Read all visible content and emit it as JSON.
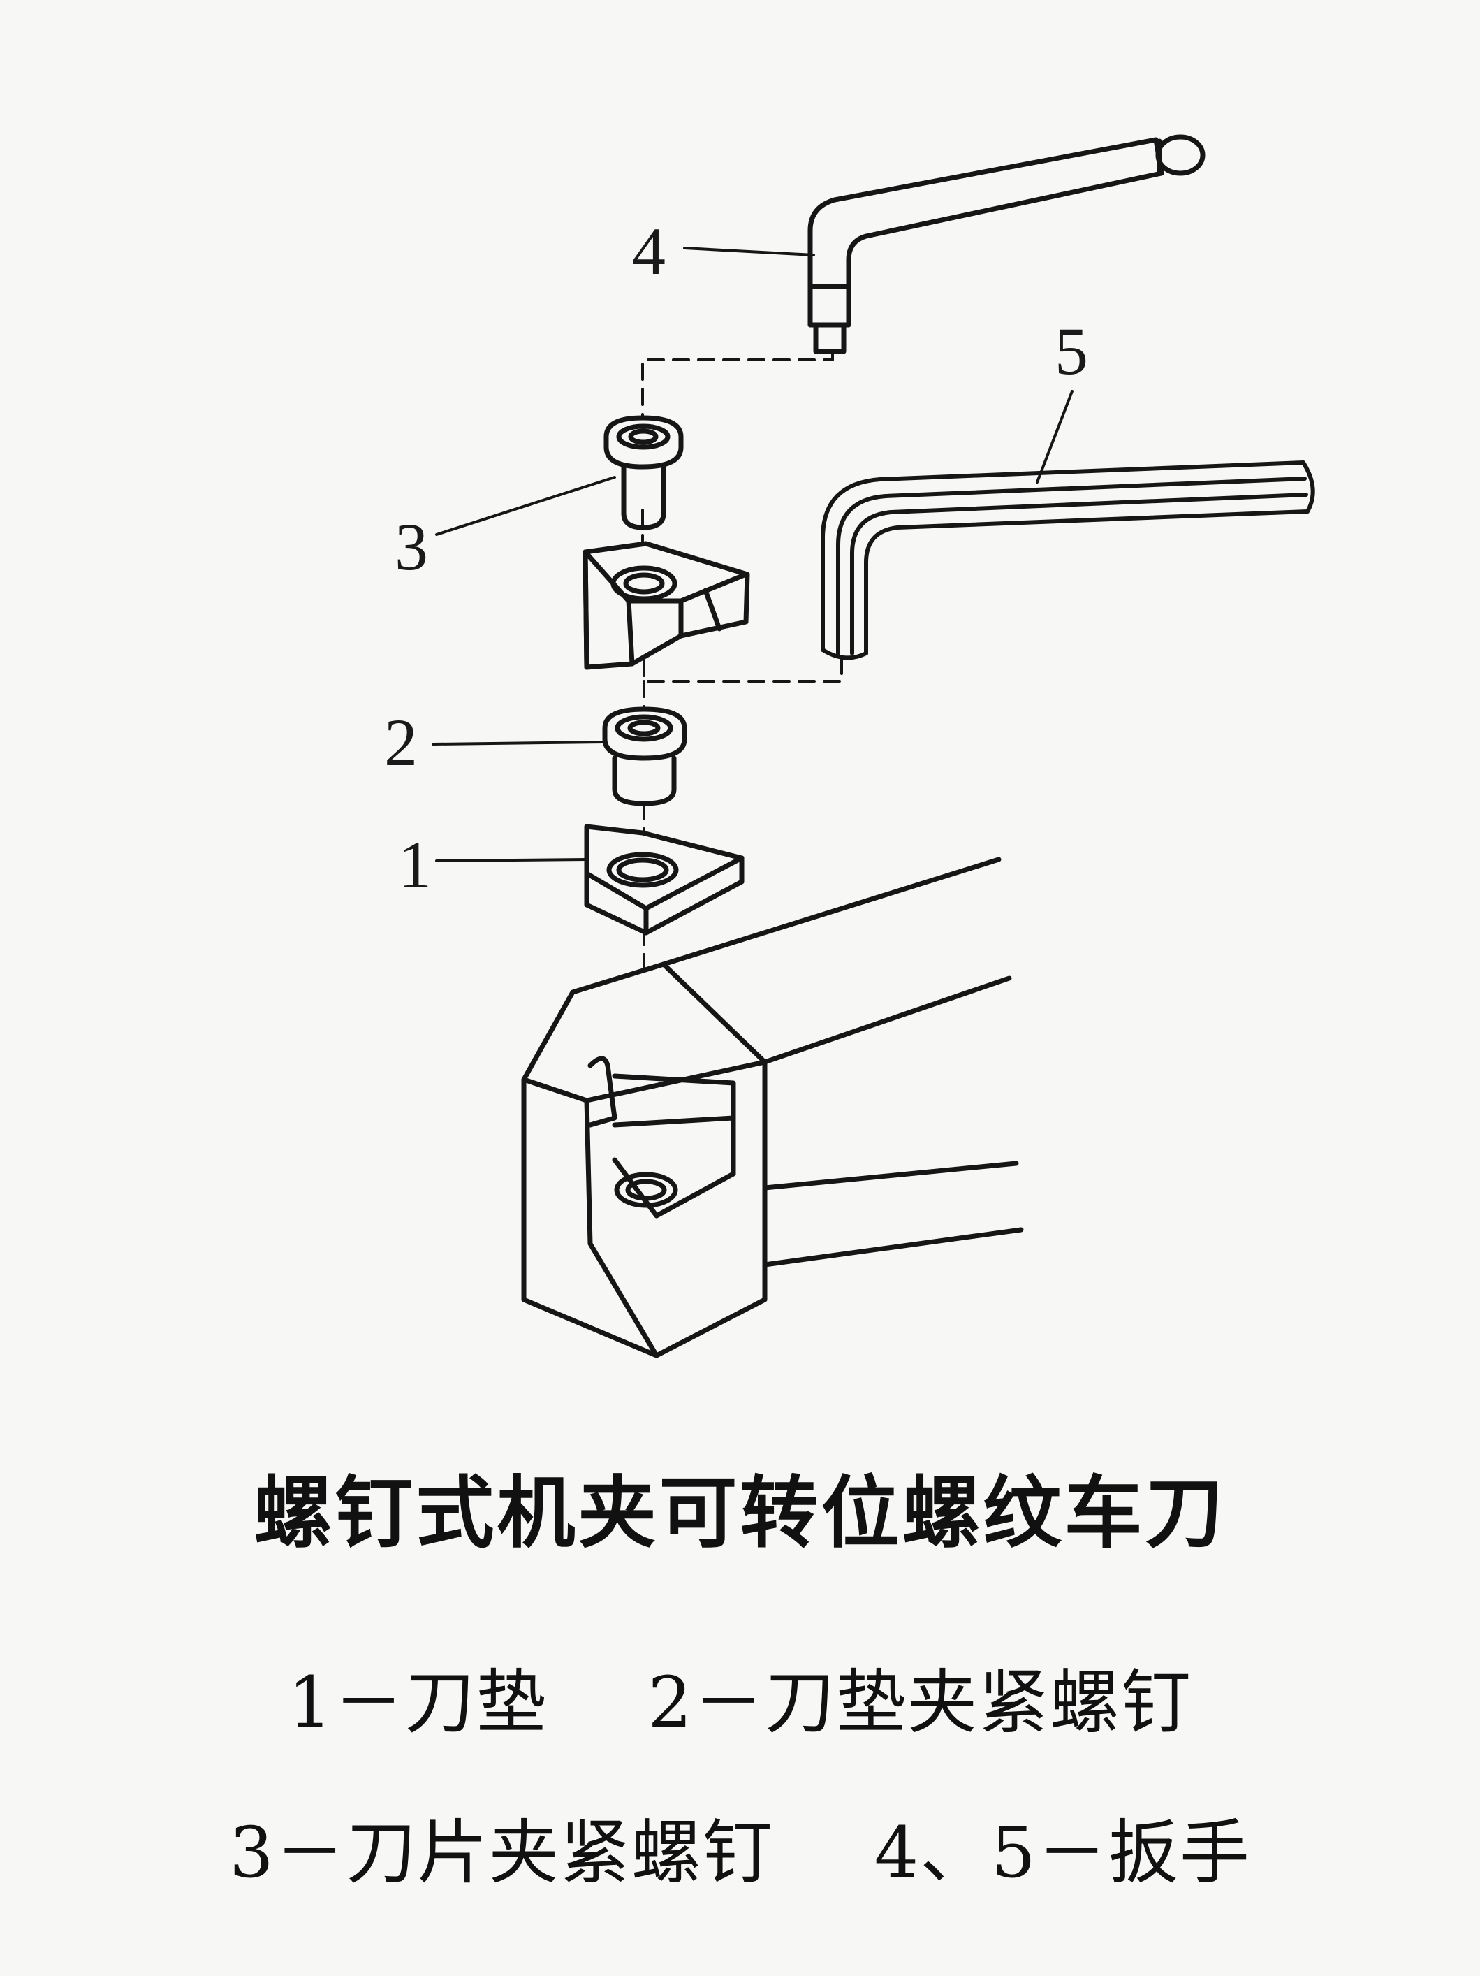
{
  "title": "螺钉式机夹可转位螺纹车刀",
  "callouts": [
    {
      "id": "label-4",
      "text": "4"
    },
    {
      "id": "label-5",
      "text": "5"
    },
    {
      "id": "label-3",
      "text": "3"
    },
    {
      "id": "label-2",
      "text": "2"
    },
    {
      "id": "label-1",
      "text": "1"
    }
  ],
  "legend": {
    "row1": [
      "1－刀垫",
      "2－刀垫夹紧螺钉"
    ],
    "row2": [
      "3－刀片夹紧螺钉",
      "4、5－扳手"
    ]
  }
}
